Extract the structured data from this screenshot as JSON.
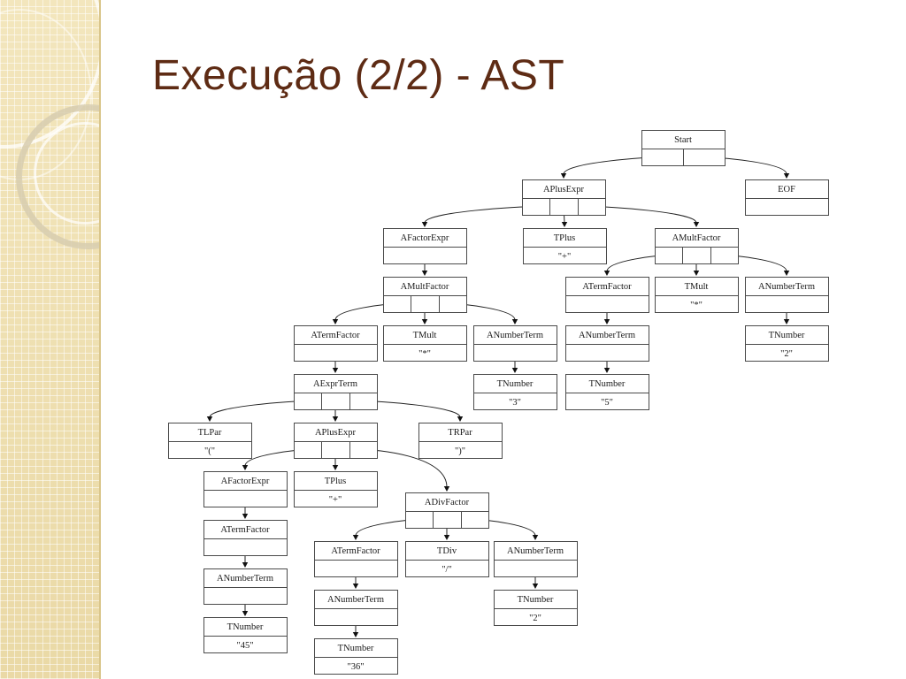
{
  "slide": {
    "title": "Execução (2/2) - AST"
  },
  "ast": {
    "nodes": [
      {
        "id": "start",
        "label": "Start",
        "slots": 2,
        "children": [
          "aplus1",
          "eof"
        ]
      },
      {
        "id": "eof",
        "label": "EOF",
        "value": ""
      },
      {
        "id": "aplus1",
        "label": "APlusExpr",
        "slots": 3,
        "children": [
          "afact1",
          "tplus1",
          "amult2"
        ]
      },
      {
        "id": "afact1",
        "label": "AFactorExpr",
        "slots": 1,
        "children": [
          "amult1"
        ]
      },
      {
        "id": "tplus1",
        "label": "TPlus",
        "value": "\"+\""
      },
      {
        "id": "amult2",
        "label": "AMultFactor",
        "slots": 3,
        "children": [
          "aterm2",
          "tmult2",
          "anumt2"
        ]
      },
      {
        "id": "amult1",
        "label": "AMultFactor",
        "slots": 3,
        "children": [
          "aterm1",
          "tmult1",
          "anumt1"
        ]
      },
      {
        "id": "aterm2",
        "label": "ATermFactor",
        "slots": 1,
        "children": [
          "anum5"
        ]
      },
      {
        "id": "tmult2",
        "label": "TMult",
        "value": "\"*\""
      },
      {
        "id": "anumt2",
        "label": "ANumberTerm",
        "slots": 1,
        "children": [
          "tnum2b"
        ]
      },
      {
        "id": "aterm1",
        "label": "ATermFactor",
        "slots": 1,
        "children": [
          "aexpr"
        ]
      },
      {
        "id": "tmult1",
        "label": "TMult",
        "value": "\"*\""
      },
      {
        "id": "anumt1",
        "label": "ANumberTerm",
        "slots": 1,
        "children": [
          "tnum3"
        ]
      },
      {
        "id": "anum5",
        "label": "ANumberTerm",
        "slots": 1,
        "children": [
          "tnum5"
        ]
      },
      {
        "id": "tnum2b",
        "label": "TNumber",
        "value": "\"2\""
      },
      {
        "id": "aexpr",
        "label": "AExprTerm",
        "slots": 3,
        "children": [
          "tlpar",
          "aplus2",
          "trpar"
        ]
      },
      {
        "id": "tnum3",
        "label": "TNumber",
        "value": "\"3\""
      },
      {
        "id": "tnum5",
        "label": "TNumber",
        "value": "\"5\""
      },
      {
        "id": "tlpar",
        "label": "TLPar",
        "value": "\"(\""
      },
      {
        "id": "aplus2",
        "label": "APlusExpr",
        "slots": 3,
        "children": [
          "afact2",
          "tplus2",
          "adiv"
        ]
      },
      {
        "id": "trpar",
        "label": "TRPar",
        "value": "\")\""
      },
      {
        "id": "afact2",
        "label": "AFactorExpr",
        "slots": 1,
        "children": [
          "aterm3"
        ]
      },
      {
        "id": "tplus2",
        "label": "TPlus",
        "value": "\"+\""
      },
      {
        "id": "adiv",
        "label": "ADivFactor",
        "slots": 3,
        "children": [
          "aterm4",
          "tdiv",
          "anumt4"
        ]
      },
      {
        "id": "aterm3",
        "label": "ATermFactor",
        "slots": 1,
        "children": [
          "anum45"
        ]
      },
      {
        "id": "aterm4",
        "label": "ATermFactor",
        "slots": 1,
        "children": [
          "anum36"
        ]
      },
      {
        "id": "tdiv",
        "label": "TDiv",
        "value": "\"/\""
      },
      {
        "id": "anumt4",
        "label": "ANumberTerm",
        "slots": 1,
        "children": [
          "tnum2c"
        ]
      },
      {
        "id": "anum45",
        "label": "ANumberTerm",
        "slots": 1,
        "children": [
          "tnum45"
        ]
      },
      {
        "id": "anum36",
        "label": "ANumberTerm",
        "slots": 1,
        "children": [
          "tnum36"
        ]
      },
      {
        "id": "tnum2c",
        "label": "TNumber",
        "value": "\"2\""
      },
      {
        "id": "tnum45",
        "label": "TNumber",
        "value": "\"45\""
      },
      {
        "id": "tnum36",
        "label": "TNumber",
        "value": "\"36\""
      }
    ]
  }
}
